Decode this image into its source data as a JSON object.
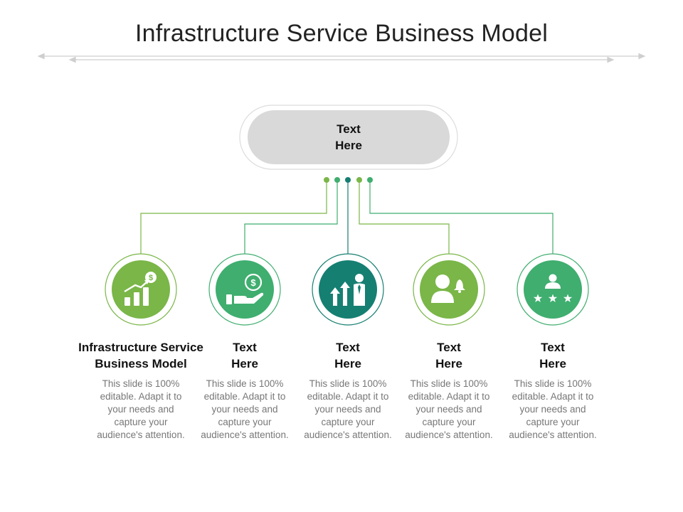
{
  "title": "Infrastructure Service Business Model",
  "top_box": {
    "label": "Text\nHere"
  },
  "colors": {
    "light_green": "#7ab648",
    "green": "#3fae6f",
    "teal": "#157f72",
    "connector": "#7ab648"
  },
  "items": [
    {
      "heading": "Infrastructure Service Business Model",
      "description": "This slide is 100% editable. Adapt it to your needs and capture your audience's attention.",
      "icon": "growth-chart-dollar-icon",
      "color": "#7ab648"
    },
    {
      "heading": "Text\nHere",
      "description": "This slide is 100% editable. Adapt it to your needs and capture your audience's attention.",
      "icon": "hand-dollar-coin-icon",
      "color": "#3fae6f"
    },
    {
      "heading": "Text\nHere",
      "description": "This slide is 100% editable. Adapt it to your needs and capture your audience's attention.",
      "icon": "businessman-arrows-icon",
      "color": "#157f72"
    },
    {
      "heading": "Text\nHere",
      "description": "This slide is 100% editable. Adapt it to your needs and capture your audience's attention.",
      "icon": "person-bell-icon",
      "color": "#7ab648"
    },
    {
      "heading": "Text\nHere",
      "description": "This slide is 100% editable. Adapt it to your needs and capture your audience's attention.",
      "icon": "person-stars-icon",
      "color": "#3fae6f"
    }
  ]
}
